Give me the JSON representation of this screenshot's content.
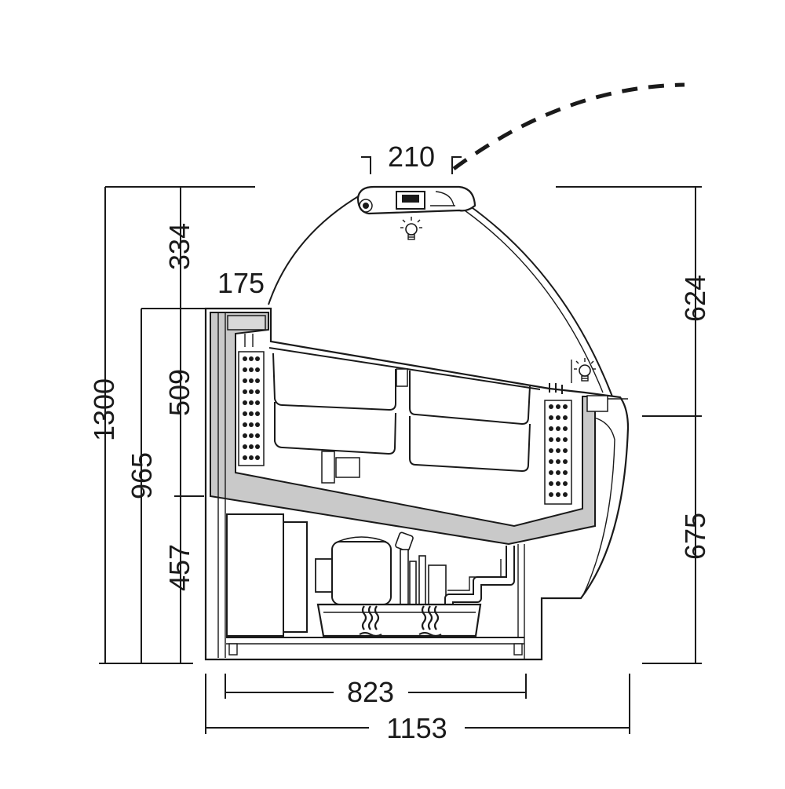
{
  "dimensions": {
    "total_height": "1300",
    "counter_height": "965",
    "canopy_height": "334",
    "display_height": "509",
    "base_height": "457",
    "upper_right_height": "624",
    "lower_right_height": "675",
    "canopy_width": "210",
    "back_ledge_width": "175",
    "base_width": "823",
    "total_width": "1153"
  },
  "icons": [
    "light-bulb-icon",
    "light-bulb-icon"
  ],
  "colors": {
    "line": "#1a1a1a",
    "wall": "#c9c9c9",
    "background": "#ffffff"
  }
}
